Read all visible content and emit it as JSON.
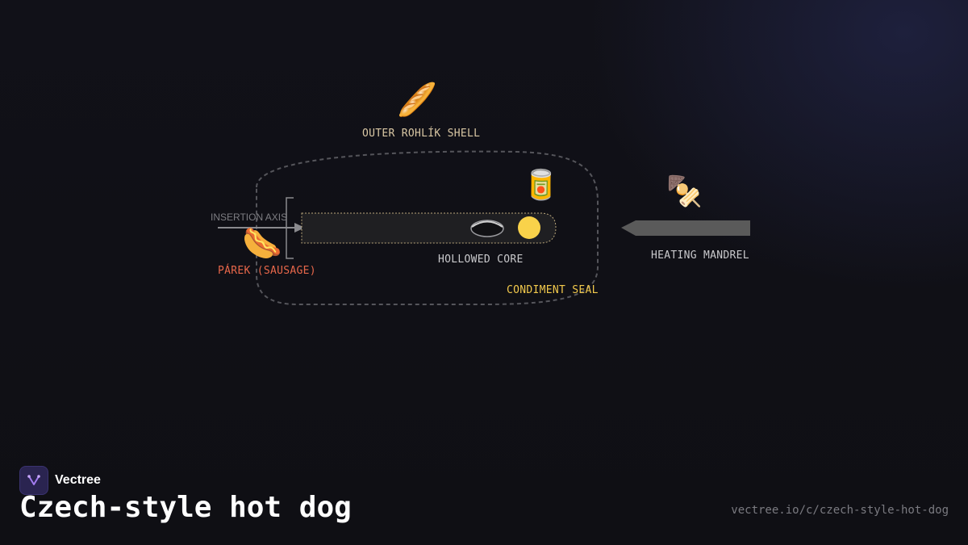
{
  "diagram": {
    "labels": {
      "outer_shell": "OUTER ROHLÍK SHELL",
      "insertion_axis": "INSERTION AXIS",
      "sausage": "PÁREK (SAUSAGE)",
      "hollowed_core": "HOLLOWED CORE",
      "condiment_seal": "CONDIMENT SEAL",
      "heating_mandrel": "HEATING MANDREL"
    },
    "icons": {
      "bread": "🥖",
      "can": "🥫",
      "skewer": "🍢",
      "hotdog": "🌭"
    },
    "colors": {
      "background": "#0f0f14",
      "label_default": "#c9c9cc",
      "label_muted": "#7d7d82",
      "sausage_label": "#e8674a",
      "condiment_label": "#f2c94c",
      "shell_label": "#d9c7a4",
      "condiment_dot": "#f9d24a",
      "core_fill": "#1f1f22",
      "mandrel_fill": "#5a5a5a"
    }
  },
  "brand": {
    "name": "Vectree",
    "title": "Czech-style hot dog",
    "url": "vectree.io/c/czech-style-hot-dog"
  }
}
